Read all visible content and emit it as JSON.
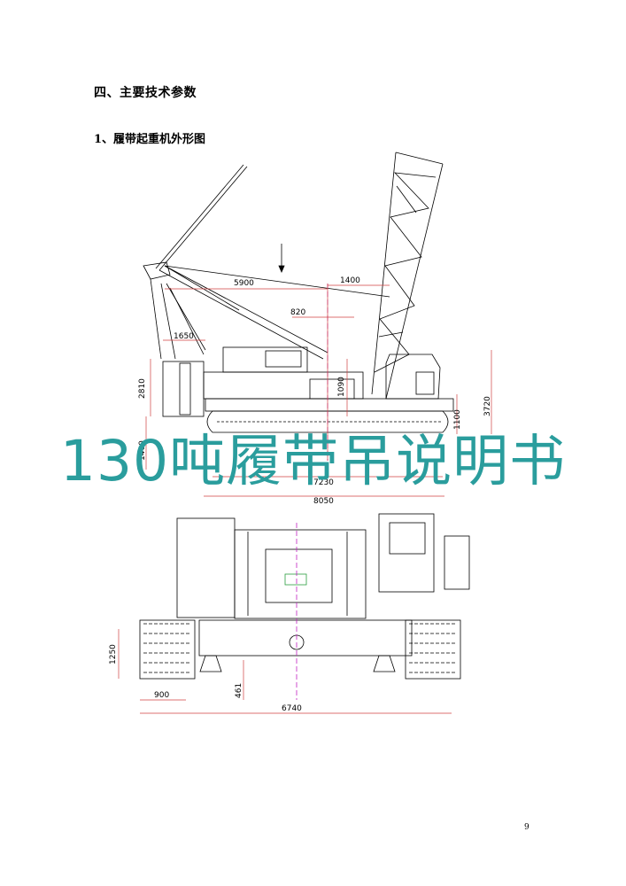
{
  "section_title": "四、主要技术参数",
  "subsection_title": "1、履带起重机外形图",
  "drawing": {
    "side_view_dimensions": [
      "5900",
      "1400",
      "820",
      "1650",
      "2810",
      "1090",
      "3720",
      "1100",
      "7230",
      "8050",
      "1400"
    ],
    "front_view_dimensions": [
      "1250",
      "900",
      "461",
      "6740"
    ]
  },
  "watermark": "130吨履带吊说明书",
  "page_number": "9"
}
